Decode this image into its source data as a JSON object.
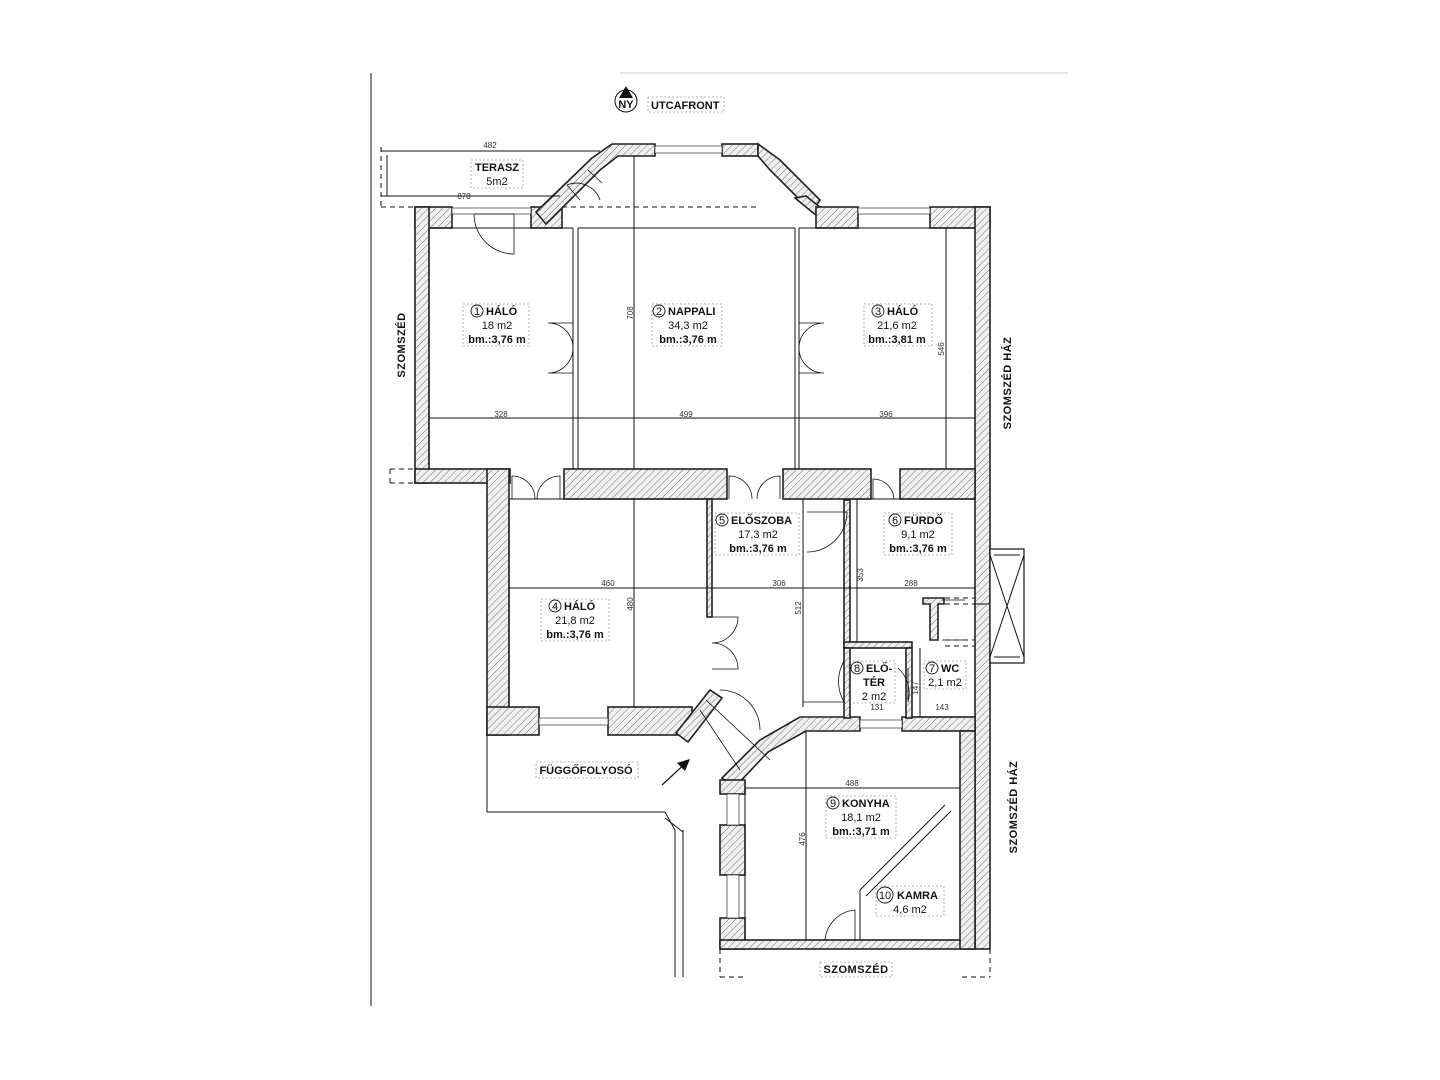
{
  "compass": {
    "label": "NY"
  },
  "street_label": "UTCAFRONT",
  "neighbors": {
    "left": "SZOMSZÉD",
    "right_top": "SZOMSZÉD HÁZ",
    "right_bottom": "SZOMSZÉD HÁZ",
    "bottom": "SZOMSZÉD"
  },
  "corridor_label": "FÜGGŐFOLYOSÓ",
  "terrace": {
    "name": "TERASZ",
    "area": "5m2",
    "dim_top": "482",
    "dim_bottom": "870"
  },
  "rooms": [
    {
      "number": "1",
      "name": "HÁLÓ",
      "area": "18 m2",
      "height": "bm.:3,76 m",
      "dim": "328"
    },
    {
      "number": "2",
      "name": "NAPPALI",
      "area": "34,3 m2",
      "height": "bm.:3,76 m",
      "dim": "499",
      "dim_v": "708"
    },
    {
      "number": "3",
      "name": "HÁLÓ",
      "area": "21,6 m2",
      "height": "bm.:3,81 m",
      "dim": "396",
      "dim_v": "546"
    },
    {
      "number": "4",
      "name": "HÁLÓ",
      "area": "21,8 m2",
      "height": "bm.:3,76 m",
      "dim": "460",
      "dim_v": "480"
    },
    {
      "number": "5",
      "name": "ELŐSZOBA",
      "area": "17,3 m2",
      "height": "bm.:3,76 m",
      "dim": "306",
      "dim_v": "512"
    },
    {
      "number": "6",
      "name": "FÜRDŐ",
      "area": "9,1 m2",
      "height": "bm.:3,76 m",
      "dim": "288",
      "dim_v": "353"
    },
    {
      "number": "7",
      "name": "WC",
      "area": "2,1 m2",
      "dim": "143"
    },
    {
      "number": "8",
      "name": "ELŐ-",
      "name2": "TÉR",
      "area": "2 m2",
      "dim": "131",
      "dim_v": "147"
    },
    {
      "number": "9",
      "name": "KONYHA",
      "area": "18,1 m2",
      "height": "bm.:3,71 m",
      "dim": "488",
      "dim_v": "476"
    },
    {
      "number": "10",
      "name": "KAMRA",
      "area": "4,6 m2"
    }
  ]
}
